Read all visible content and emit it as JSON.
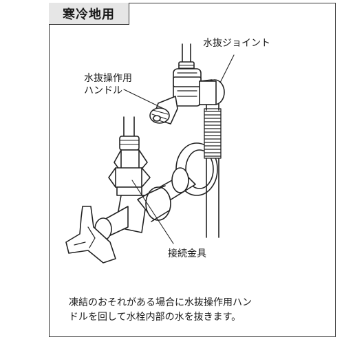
{
  "title": "寒冷地用",
  "labels": {
    "drain_joint": "水抜ジョイント",
    "drain_handle_line1": "水抜操作用",
    "drain_handle_line2": "ハンドル",
    "connection_fitting": "接続金具"
  },
  "caption": {
    "line1": "凍結のおそれがある場合に水抜操作用ハン",
    "line2": "ドルを回して水栓内部の水を抜きます。"
  },
  "colors": {
    "frame": "#333333",
    "title_background": "#e6e6e6",
    "line_art": "#222222"
  }
}
